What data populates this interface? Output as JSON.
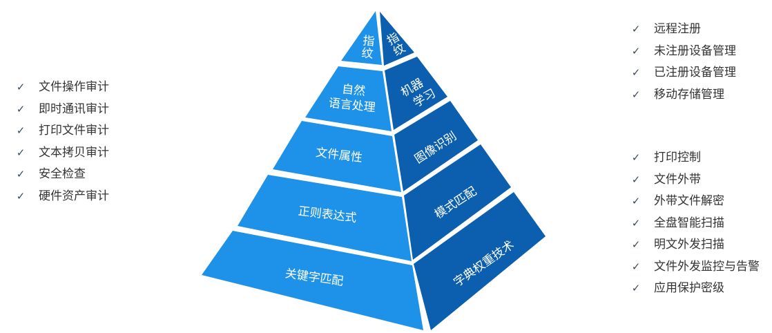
{
  "colors": {
    "left_face": "#1e92e8",
    "right_face": "#0b5fae",
    "check": "#3a4a5a",
    "list_text": "#333333"
  },
  "pyramid": {
    "left_tiers": [
      {
        "line1": "指",
        "line2": "纹"
      },
      {
        "line1": "自然",
        "line2": "语言处理"
      },
      {
        "line1": "文件属性",
        "line2": ""
      },
      {
        "line1": "正则表达式",
        "line2": ""
      },
      {
        "line1": "关键字匹配",
        "line2": ""
      }
    ],
    "right_tiers": [
      {
        "line1": "指",
        "line2": "纹"
      },
      {
        "line1": "机器",
        "line2": "学习"
      },
      {
        "line1": "图像识别",
        "line2": ""
      },
      {
        "line1": "模式匹配",
        "line2": ""
      },
      {
        "line1": "字典权重技术",
        "line2": ""
      }
    ]
  },
  "left_list": {
    "check_icon": "check-icon",
    "items": [
      "文件操作审计",
      "即时通讯审计",
      "打印文件审计",
      "文本拷贝审计",
      "安全检查",
      "硬件资产审计"
    ]
  },
  "right_top_list": {
    "items": [
      "远程注册",
      "未注册设备管理",
      "已注册设备管理",
      "移动存储管理"
    ]
  },
  "right_bottom_list": {
    "items": [
      "打印控制",
      "文件外带",
      "外带文件解密",
      "全盘智能扫描",
      "明文外发扫描",
      "文件外发监控与告警",
      "应用保护密级"
    ]
  }
}
